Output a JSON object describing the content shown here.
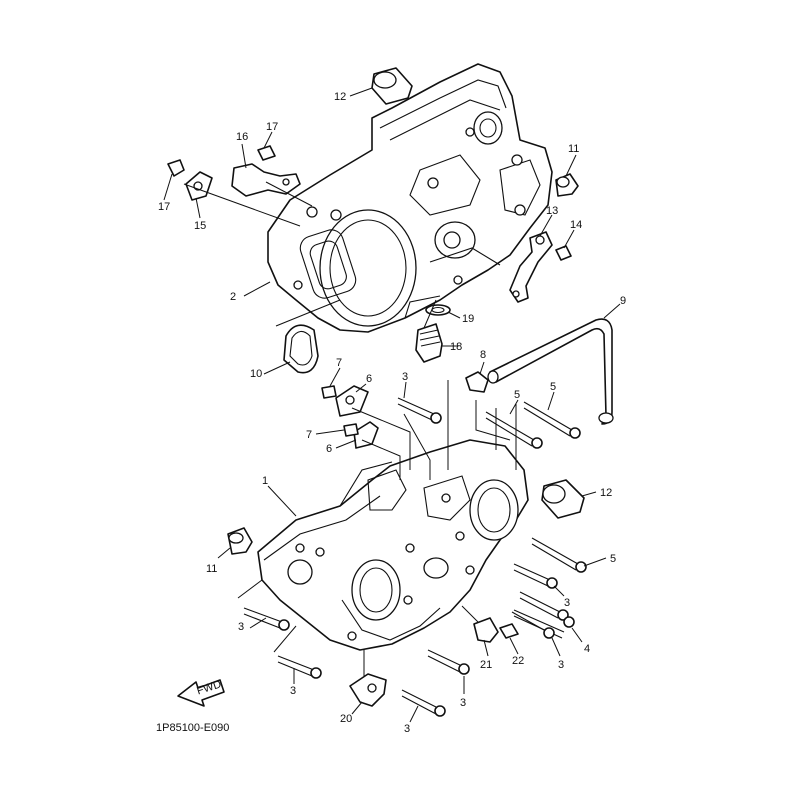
{
  "callouts": {
    "n1": "1",
    "n2": "2",
    "n3": "3",
    "n4": "4",
    "n5": "5",
    "n6": "6",
    "n7": "7",
    "n8": "8",
    "n9": "9",
    "n10": "10",
    "n11": "11",
    "n12": "12",
    "n13": "13",
    "n14": "14",
    "n15": "15",
    "n16": "16",
    "n17": "17",
    "n18": "18",
    "n19": "19",
    "n20": "20",
    "n21": "21",
    "n22": "22"
  },
  "badge": {
    "text": "FWD"
  },
  "diagram_code": "1P85100-E090"
}
